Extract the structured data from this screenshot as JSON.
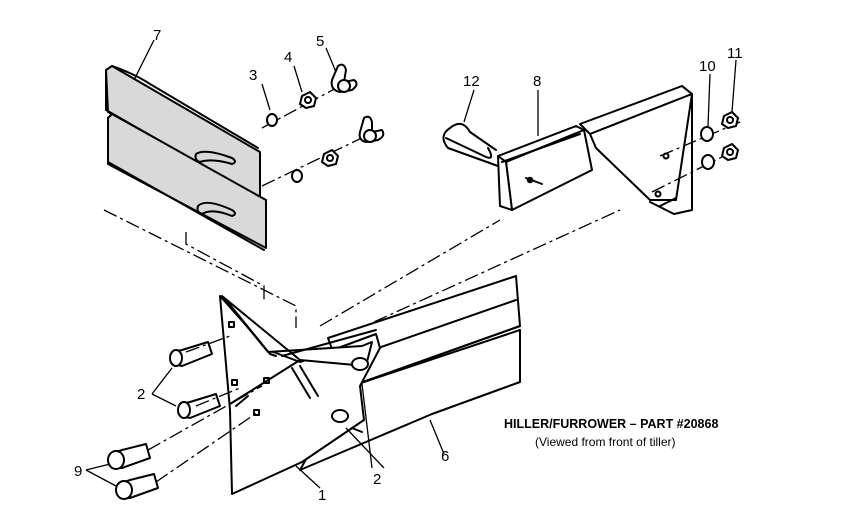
{
  "caption": {
    "line1": "HILLER/FURROWER – PART #20868",
    "line2": "(Viewed from front of tiller)"
  },
  "callouts": {
    "c1": "1",
    "c2a": "2",
    "c2b": "2",
    "c3": "3",
    "c4": "4",
    "c5": "5",
    "c6": "6",
    "c7": "7",
    "c8": "8",
    "c9": "9",
    "c10": "10",
    "c11": "11",
    "c12": "12"
  }
}
